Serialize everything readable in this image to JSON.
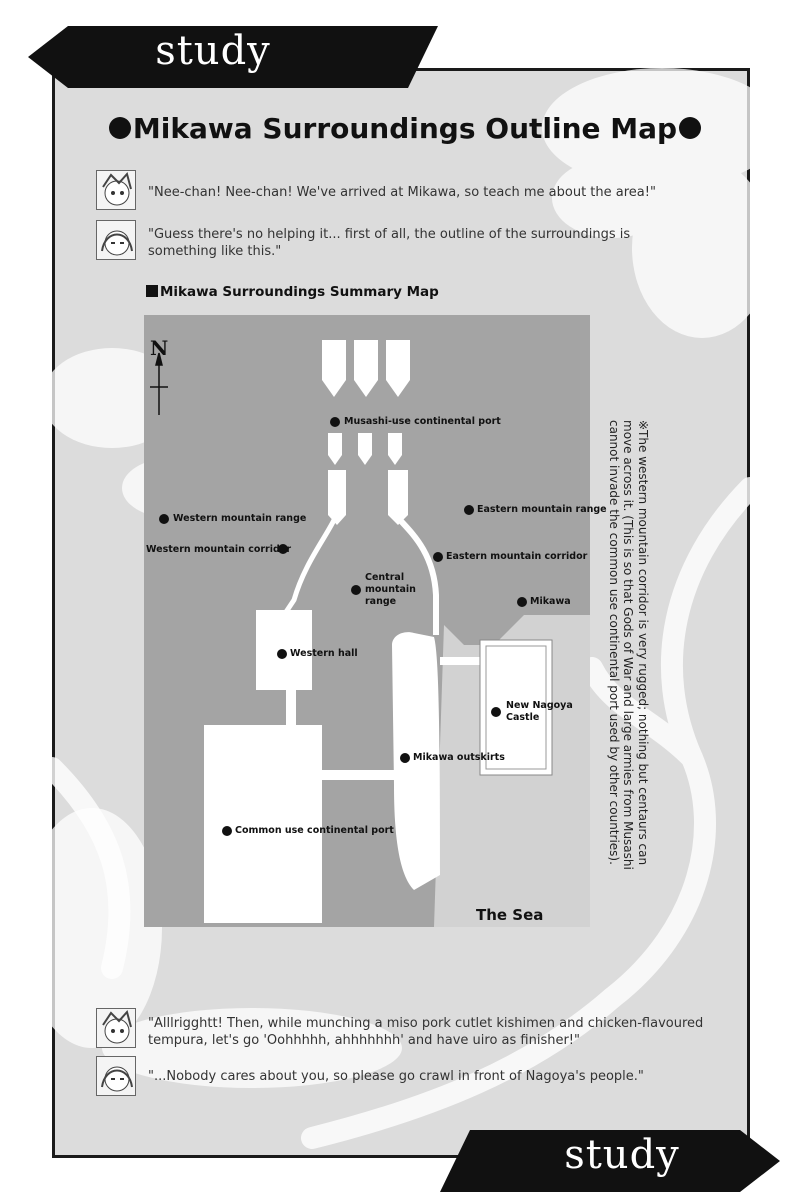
{
  "header": {
    "banner_label": "study"
  },
  "footer": {
    "banner_label": "study"
  },
  "page": {
    "title": "Mikawa Surroundings Outline Map"
  },
  "dialogue_top": [
    {
      "speaker": "younger-sibling",
      "text": "\"Nee-chan! Nee-chan! We've arrived at Mikawa, so teach me about the area!\""
    },
    {
      "speaker": "older-sister",
      "text": "\"Guess there's no helping it... first of all, the outline of the surroundings is something like this.\""
    }
  ],
  "map": {
    "heading": "Mikawa Surroundings Summary Map",
    "north_label": "N",
    "sea_label": "The Sea",
    "places": {
      "musashi_port": "Musashi-use continental port",
      "western_range": "Western mountain range",
      "western_corridor": "Western mountain corridor",
      "eastern_range": "Eastern mountain range",
      "eastern_corridor": "Eastern mountain corridor",
      "central_range": "Central mountain range",
      "mikawa": "Mikawa",
      "western_hall": "Western hall",
      "new_nagoya_castle": "New Nagoya Castle",
      "mikawa_outskirts": "Mikawa outskirts",
      "common_port": "Common use continental port"
    },
    "note": "※The western mountain corridor is very rugged; nothing but centaurs can move across it. (This is so that Gods of War and large armies from Musashi cannot invade the common use continental port used by other countries)."
  },
  "dialogue_bottom": [
    {
      "speaker": "younger-sibling",
      "text": "\"Alllrigghtt! Then, while munching a miso pork cutlet kishimen and chicken-flavoured tempura, let's go 'Oohhhhh, ahhhhhhh' and have uiro as finisher!\""
    },
    {
      "speaker": "older-sister",
      "text": "\"...Nobody cares about you, so please go crawl in front of Nagoya's people.\""
    }
  ],
  "colors": {
    "banner": "#111111",
    "page_bg": "#dcdcdc",
    "map_bg": "#a4a4a4",
    "map_white": "#ffffff"
  }
}
